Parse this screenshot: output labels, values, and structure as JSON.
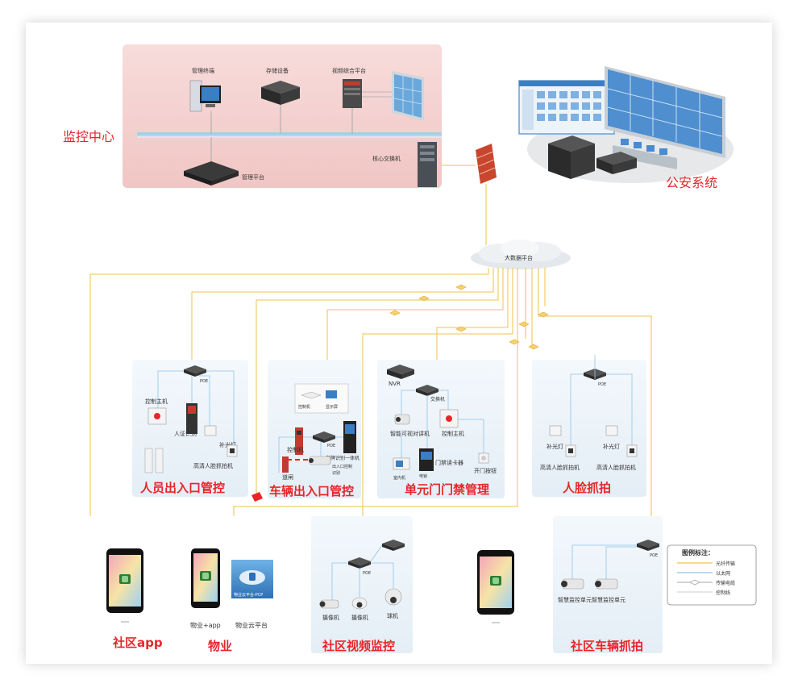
{
  "colors": {
    "accent_red": "#e8262a",
    "fiber_yellow": "#f2c14e",
    "ethernet_blue": "#8fc3e8",
    "panel_bg": "#eef5fa",
    "monitor_bg": "#f3d3d1"
  },
  "monitor_center": {
    "title": "监控中心",
    "devices": {
      "mgmt_terminal": "管理终端",
      "storage": "存储设备",
      "video_platform": "视频综合平台",
      "core_switch": "核心交换机",
      "mgmt_platform": "管理平台"
    }
  },
  "police": {
    "title": "公安系统"
  },
  "cloud": {
    "label": "大数据平台"
  },
  "panels": {
    "people": {
      "title": "人员出入口管控",
      "switch_label": "POE",
      "labels": {
        "controller": "控制主机",
        "face_terminal": "人证识别",
        "light": "补光灯",
        "camera": "高清人脸抓拍机"
      }
    },
    "vehicle": {
      "title": "车辆出入口管控",
      "labels": {
        "ctrl": "控制机",
        "display": "显示屏",
        "entry": "控制机",
        "barrier": "道闸",
        "recognizer": "车牌识别一体机",
        "poe": "POE",
        "gate": "出入口控制",
        "rec2": "识别"
      }
    },
    "unit": {
      "title": "单元门门禁管理",
      "labels": {
        "nvr": "NVR",
        "switch": "交换机",
        "visual": "智能可视对讲机",
        "controller": "控制主机",
        "reader": "门禁读卡器",
        "door": "开门按钮",
        "indoor": "室内机",
        "lock": "电锁"
      }
    },
    "face": {
      "title": "人脸抓拍",
      "labels": {
        "poe": "POE",
        "light1": "补光灯",
        "light2": "补光灯",
        "cam1": "高清人脸抓拍机",
        "cam2": "高清人脸抓拍机"
      }
    },
    "video": {
      "title": "社区视频监控",
      "labels": {
        "poe": "POE",
        "cam1": "摄像机",
        "cam2": "摄像机",
        "cam3": "球机"
      }
    },
    "car": {
      "title": "社区车辆抓拍",
      "labels": {
        "cam1": "智慧监控单元",
        "cam2": "智慧监控单元",
        "poe": "POE"
      }
    }
  },
  "bottom": {
    "app_title": "社区app",
    "property_title": "物业",
    "property_app": "物业+app",
    "cloud_platform": "物业云平台",
    "cloud_platform_caption": "物业云平台-PCP"
  },
  "legend": {
    "title": "图例标注：",
    "items": [
      "光纤传输",
      "以太网",
      "传输电缆",
      "控制线"
    ]
  }
}
